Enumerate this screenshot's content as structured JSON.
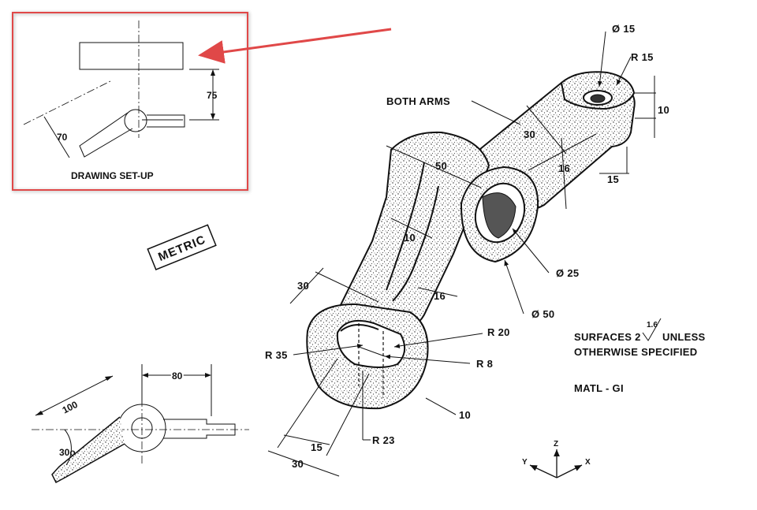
{
  "highlight": {
    "color": "#e04848",
    "arrow_color": "#e04848"
  },
  "setup": {
    "caption": "DRAWING SET-UP",
    "dim_75": "75",
    "dim_70": "70"
  },
  "metric_stamp": "METRIC",
  "plan_view": {
    "dim_80": "80",
    "dim_100": "100",
    "dim_30deg": "30o"
  },
  "part": {
    "both_arms": "BOTH ARMS",
    "dim_50": "50",
    "dim_30_top": "30",
    "dim_16_top": "16",
    "dim_15_right": "15",
    "dim_10_right": "10",
    "dia_15": "Ø 15",
    "r_15": "R 15",
    "dim_10_arm": "10",
    "dim_16_arm": "16",
    "dim_30_left": "30",
    "dia_25": "Ø 25",
    "dia_50": "Ø 50",
    "r_20": "R 20",
    "r_8": "R 8",
    "r_35": "R 35",
    "dim_10_bottom": "10",
    "r_23": "R 23",
    "dim_15_bottom": "15",
    "dim_30_bottom": "30"
  },
  "notes": {
    "surfaces_line1": "SURFACES 2",
    "surfaces_unless": "UNLESS",
    "finish_value": "1.6",
    "surfaces_line2": "OTHERWISE SPECIFIED",
    "material": "MATL - GI"
  },
  "axes": {
    "z": "Z",
    "y": "Y",
    "x": "X"
  }
}
